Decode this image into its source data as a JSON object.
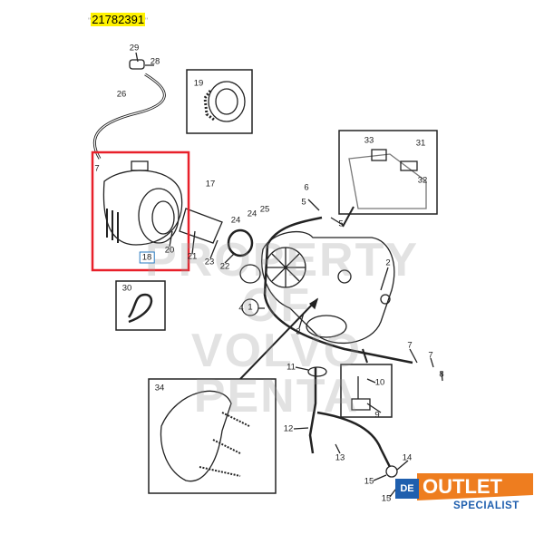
{
  "part_number": "21782391",
  "watermark": [
    "PROPERTY OF",
    "VOLVO PENTA"
  ],
  "highlight_color": "#e8202a",
  "callouts": {
    "c29": "29",
    "c28": "28",
    "c26": "26",
    "c19": "19",
    "c7a": "7",
    "c17": "17",
    "c6": "6",
    "c5a": "5",
    "c5b": "5",
    "c33": "33",
    "c31": "31",
    "c32": "32",
    "c24a": "24",
    "c24b": "24",
    "c25": "25",
    "c20": "20",
    "c21": "21",
    "c23": "23",
    "c22": "22",
    "c18": "18",
    "c2": "2",
    "c30": "30",
    "c4": "4",
    "c1": "1",
    "c3": "3",
    "c7b": "7",
    "c7c": "7",
    "c8": "8",
    "c11": "11",
    "c10": "10",
    "c9": "9",
    "c34": "34",
    "c12": "12",
    "c13": "13",
    "c14": "14",
    "c15a": "15",
    "c15b": "15"
  },
  "logo": {
    "de": "DE",
    "outlet": "OUTLET",
    "specialist": "SPECIALIST",
    "orange": "#ee7d1f",
    "blue": "#1f5fae"
  }
}
